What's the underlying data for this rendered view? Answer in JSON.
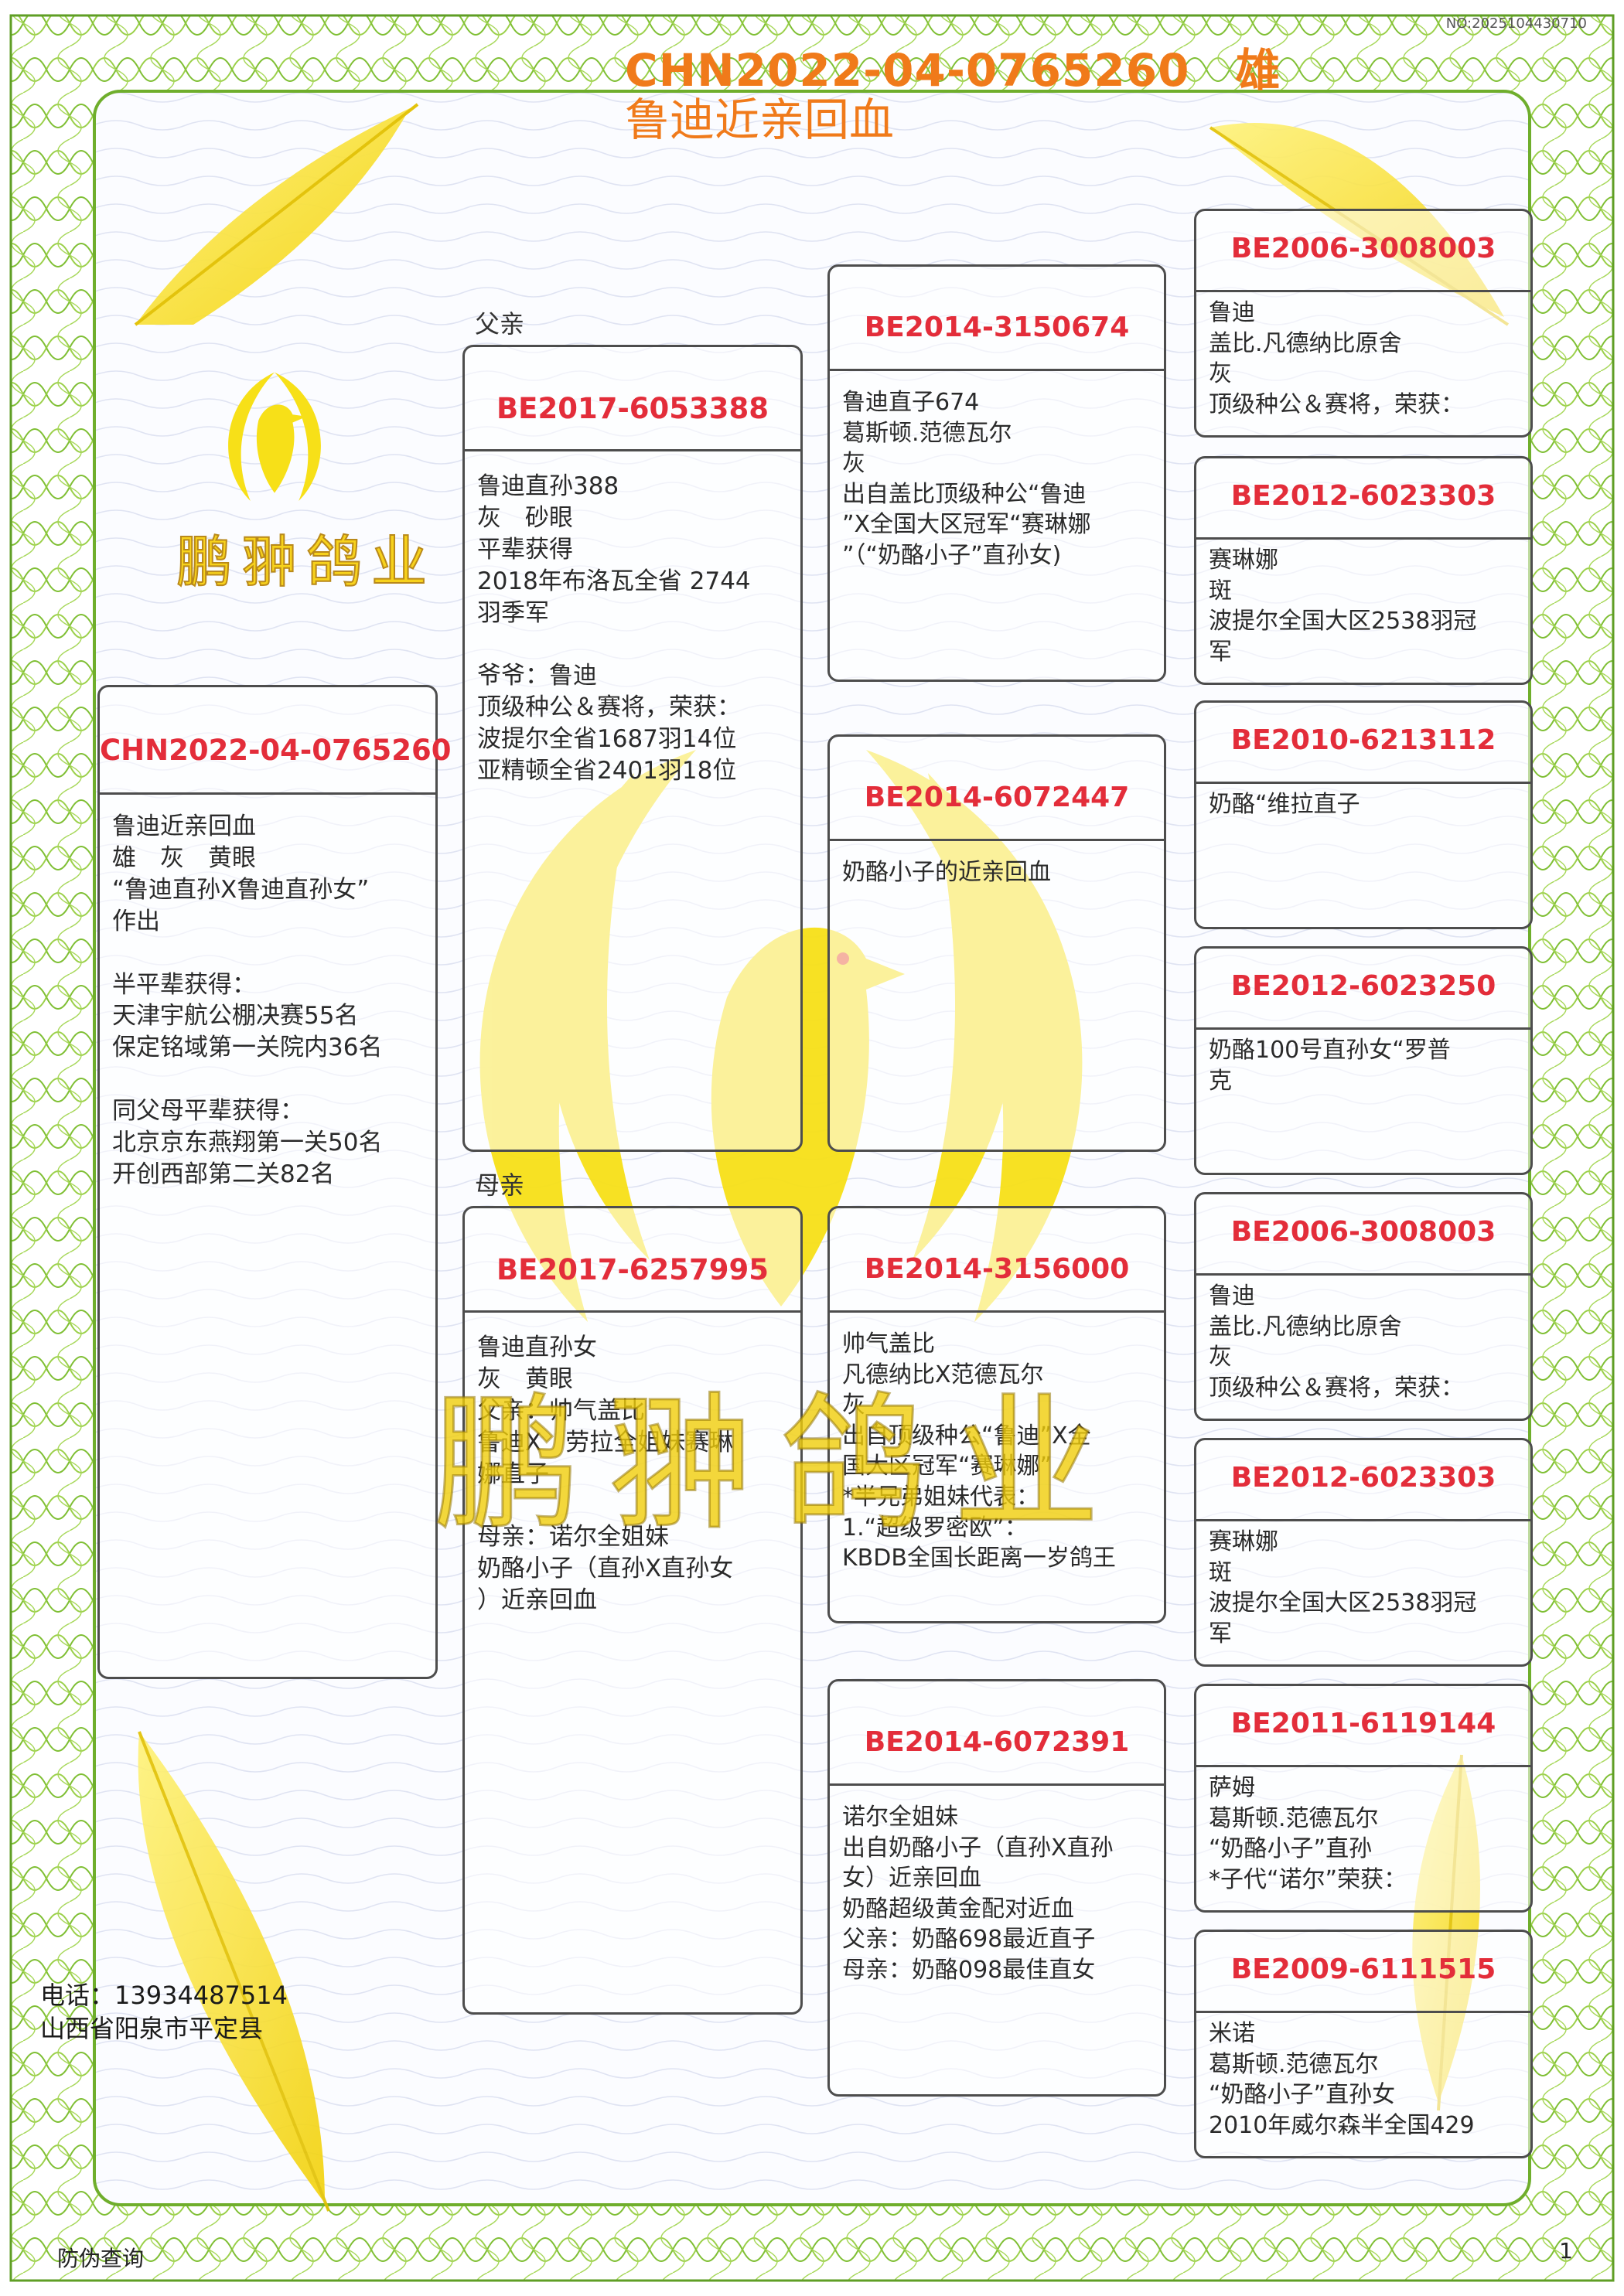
{
  "certificate_no": "NO:2025104430710",
  "header": {
    "ring": "CHN2022-04-0765260　雄",
    "name": "鲁迪近亲回血"
  },
  "brand": "鹏翀鸽业",
  "watermark": "鹏翀鸽业",
  "labels": {
    "father": "父亲",
    "mother": "母亲"
  },
  "subject": {
    "ring": "CHN2022-04-0765260",
    "text": "鲁迪近亲回血\n雄　灰　黄眼\n“鲁迪直孙X鲁迪直孙女”\n作出\n\n半平辈获得：\n天津宇航公棚决赛55名\n保定铭域第一关院内36名\n\n同父母平辈获得：\n北京京东燕翔第一关50名\n开创西部第二关82名"
  },
  "father": {
    "ring": "BE2017-6053388",
    "text": "鲁迪直孙388\n灰　砂眼\n平辈获得\n2018年布洛瓦全省 2744\n羽季军\n\n爷爷：鲁迪\n顶级种公＆赛将，荣获：\n波提尔全省1687羽14位\n亚精顿全省2401羽18位"
  },
  "mother": {
    "ring": "BE2017-6257995",
    "text": "鲁迪直孙女\n灰　黄眼\n父亲：帅气盖比\n鲁迪X　劳拉全姐妹赛琳\n娜直子\n\n母亲：诺尔全姐妹\n奶酪小子（直孙X直孙女\n）近亲回血"
  },
  "gen3": [
    {
      "ring": "BE2014-3150674",
      "text": "鲁迪直子674\n葛斯顿.范德瓦尔\n灰\n出自盖比顶级种公“鲁迪\n”X全国大区冠军“赛琳娜\n”（“奶酪小子”直孙女)"
    },
    {
      "ring": "BE2014-6072447",
      "text": "奶酪小子的近亲回血"
    },
    {
      "ring": "BE2014-3156000",
      "text": "帅气盖比\n凡德纳比X范德瓦尔\n灰\n出自顶级种公“鲁迪”X全\n国大区冠军“赛琳娜”\n*半兄弟姐妹代表：\n1.“超级罗密欧”：\nKBDB全国长距离一岁鸽王"
    },
    {
      "ring": "BE2014-6072391",
      "text": "诺尔全姐妹\n出自奶酪小子（直孙X直孙\n女）近亲回血\n奶酪超级黄金配对近血\n父亲：奶酪698最近直子\n母亲：奶酪098最佳直女"
    }
  ],
  "gen4": [
    {
      "ring": "BE2006-3008003",
      "text": "鲁迪\n盖比.凡德纳比原舍\n灰\n顶级种公＆赛将，荣获："
    },
    {
      "ring": "BE2012-6023303",
      "text": "赛琳娜\n斑\n波提尔全国大区2538羽冠\n军"
    },
    {
      "ring": "BE2010-6213112",
      "text": "奶酪“维拉直子"
    },
    {
      "ring": "BE2012-6023250",
      "text": "奶酪100号直孙女“罗普\n克"
    },
    {
      "ring": "BE2006-3008003",
      "text": "鲁迪\n盖比.凡德纳比原舍\n灰\n顶级种公＆赛将，荣获："
    },
    {
      "ring": "BE2012-6023303",
      "text": "赛琳娜\n斑\n波提尔全国大区2538羽冠\n军"
    },
    {
      "ring": "BE2011-6119144",
      "text": "萨姆\n葛斯顿.范德瓦尔\n“奶酪小子”直孙\n*子代“诺尔”荣获："
    },
    {
      "ring": "BE2009-6111515",
      "text": "米诺\n葛斯顿.范德瓦尔\n“奶酪小子”直孙女\n2010年威尔森半全国429"
    }
  ],
  "contact": {
    "phone": "电话：13934487514",
    "address": "山西省阳泉市平定县"
  },
  "footer": {
    "anti_fake": "防伪查询",
    "page": "1"
  },
  "colors": {
    "frame_green": "#8cc63f",
    "ring_red": "#e32d3a",
    "title_orange": "#f07a1a",
    "logo_yellow": "#f7e018"
  },
  "icons": [
    "feather-icon",
    "phoenix-logo-icon"
  ]
}
